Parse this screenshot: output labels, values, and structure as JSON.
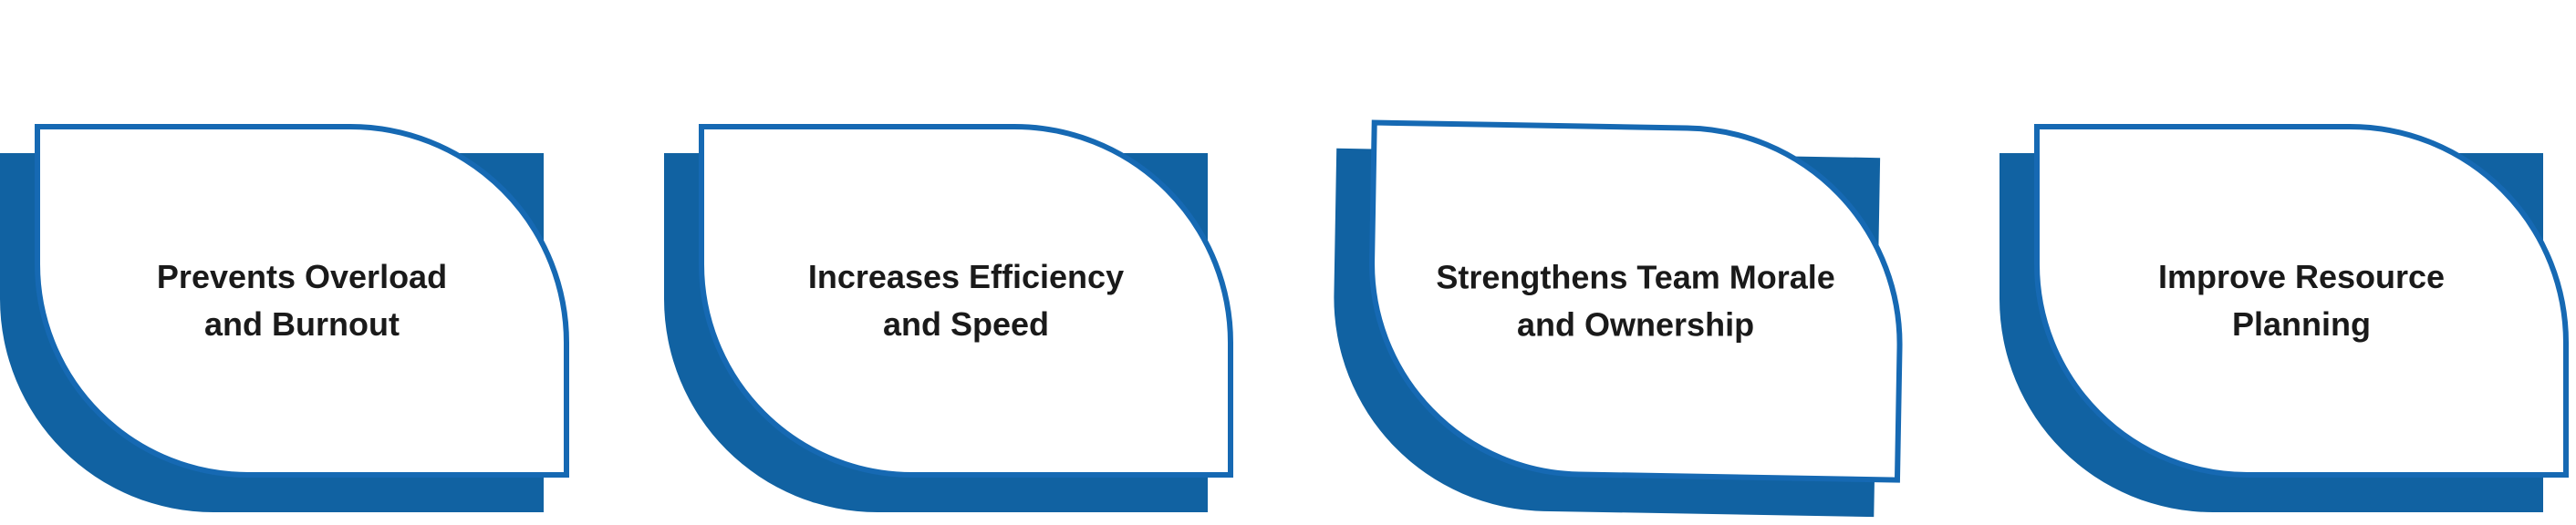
{
  "colors": {
    "shadow": "#1162a2",
    "outline": "#1669b3",
    "background": "#ffffff",
    "text": "#1a1a1a"
  },
  "cards": [
    {
      "line1": "Prevents Overload",
      "line2": "and Burnout"
    },
    {
      "line1": "Increases Efficiency",
      "line2": "and Speed"
    },
    {
      "line1": "Strengthens Team Morale",
      "line2": "and Ownership"
    },
    {
      "line1": "Improve Resource",
      "line2": "Planning"
    }
  ]
}
